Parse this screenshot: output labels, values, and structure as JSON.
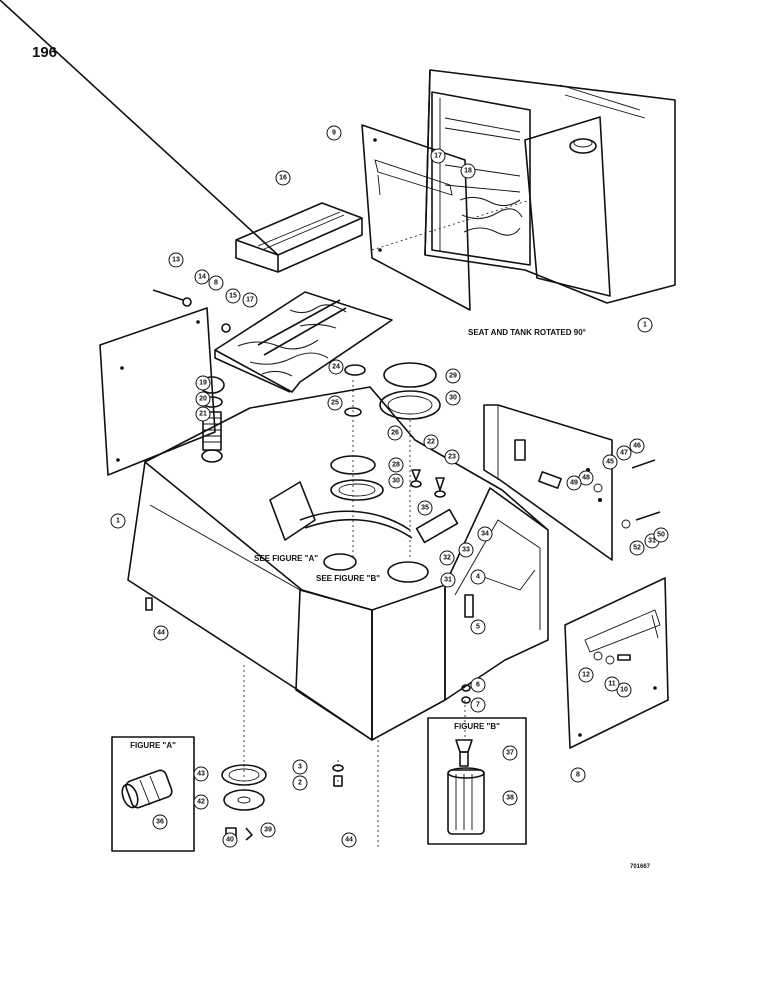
{
  "page_number": "196",
  "drawing_code": "701667",
  "seat_tank_caption": "SEAT AND TANK ROTATED 90°",
  "see_figure_a": "SEE FIGURE \"A\"",
  "see_figure_b": "SEE FIGURE \"B\"",
  "figure_a": {
    "title": "FIGURE \"A\""
  },
  "figure_b": {
    "title": "FIGURE \"B\""
  },
  "callouts": {
    "c1_top": "1",
    "c1_left": "1",
    "c2": "2",
    "c3": "3",
    "c4": "4",
    "c5": "5",
    "c6": "6",
    "c7": "7",
    "c8_left": "8",
    "c8_right": "8",
    "c9": "9",
    "c10": "10",
    "c11": "11",
    "c12": "12",
    "c13": "13",
    "c14": "14",
    "c15": "15",
    "c16": "16",
    "c17_top": "17",
    "c17_mid": "17",
    "c18_top": "18",
    "c19": "19",
    "c20": "20",
    "c21": "21",
    "c22": "22",
    "c23": "23",
    "c24": "24",
    "c25": "25",
    "c26": "26",
    "c28": "28",
    "c29": "29",
    "c30_top": "30",
    "c30_mid": "30",
    "c31_left": "31",
    "c31_right": "31",
    "c32": "32",
    "c33": "33",
    "c34": "34",
    "c35": "35",
    "c36": "36",
    "c37": "37",
    "c38": "38",
    "c39": "39",
    "c40": "40",
    "c42": "42",
    "c43": "43",
    "c44_left": "44",
    "c44_bottom": "44",
    "c45": "45",
    "c46": "46",
    "c47": "47",
    "c48": "48",
    "c49": "49",
    "c50": "50",
    "c52": "52"
  }
}
